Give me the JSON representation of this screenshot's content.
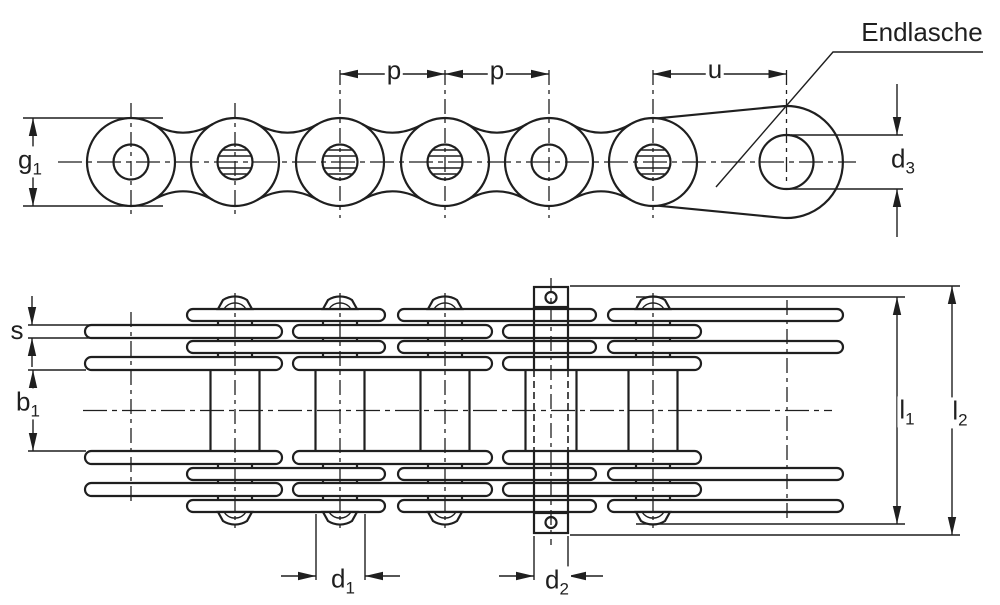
{
  "title_note": "Endlasche",
  "colors": {
    "line": "#1f1f1f",
    "background": "#ffffff"
  },
  "labels": {
    "endlasche": "Endlasche",
    "p1": "p",
    "p2": "p",
    "u": "u",
    "g1": {
      "base": "g",
      "sub": "1"
    },
    "d3": {
      "base": "d",
      "sub": "3"
    },
    "s": "s",
    "b1": {
      "base": "b",
      "sub": "1"
    },
    "l1": {
      "base": "l",
      "sub": "1"
    },
    "l2": {
      "base": "l",
      "sub": "2"
    },
    "d1": {
      "base": "d",
      "sub": "1"
    },
    "d2": {
      "base": "d",
      "sub": "2"
    }
  }
}
